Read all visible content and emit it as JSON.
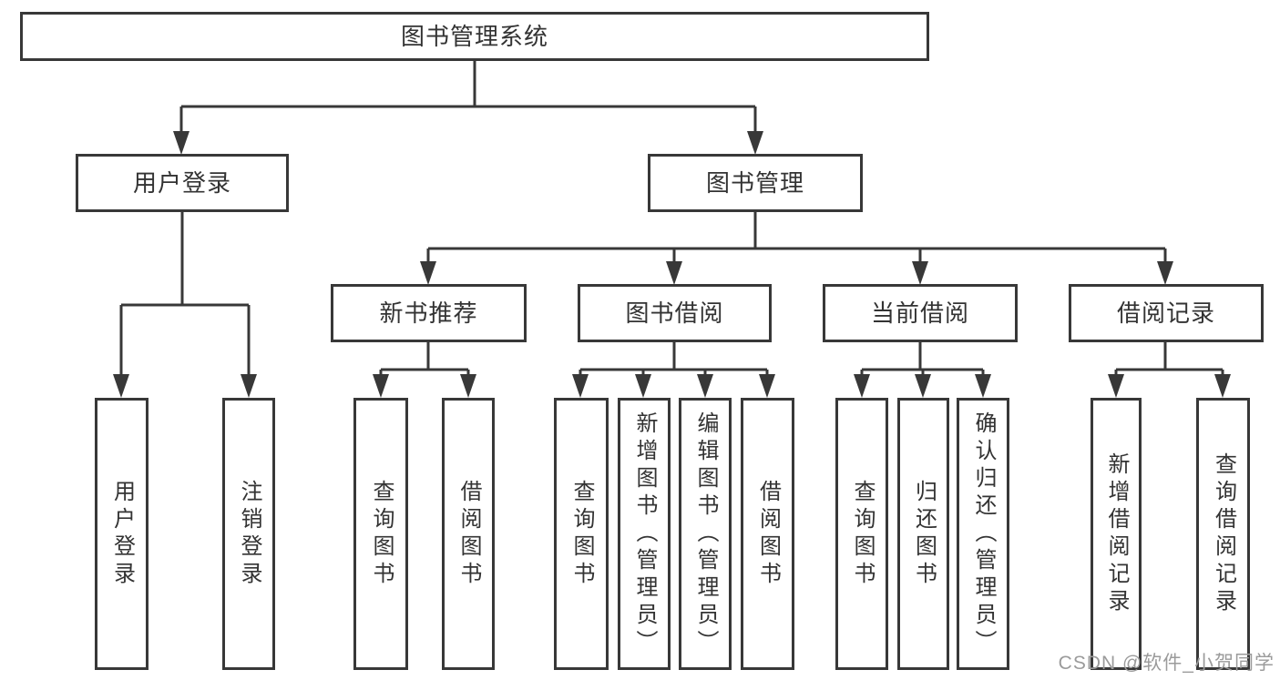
{
  "diagram": {
    "tree": {
      "label": "图书管理系统",
      "children": [
        {
          "label": "用户登录",
          "children": [
            {
              "label": "用户登录"
            },
            {
              "label": "注销登录"
            }
          ]
        },
        {
          "label": "图书管理",
          "children": [
            {
              "label": "新书推荐",
              "children": [
                {
                  "label": "查询图书"
                },
                {
                  "label": "借阅图书"
                }
              ]
            },
            {
              "label": "图书借阅",
              "children": [
                {
                  "label": "查询图书"
                },
                {
                  "label": "新增图书（管理员）"
                },
                {
                  "label": "编辑图书（管理员）"
                },
                {
                  "label": "借阅图书"
                }
              ]
            },
            {
              "label": "当前借阅",
              "children": [
                {
                  "label": "查询图书"
                },
                {
                  "label": "归还图书"
                },
                {
                  "label": "确认归还（管理员）"
                }
              ]
            },
            {
              "label": "借阅记录",
              "children": [
                {
                  "label": "新增借阅记录"
                },
                {
                  "label": "查询借阅记录"
                }
              ]
            }
          ]
        }
      ]
    },
    "colors": {
      "line": "#383838",
      "text": "#333333",
      "watermark_text": "#9b9b9b",
      "background": "#ffffff"
    },
    "watermark": "CSDN @软件_小贺同学"
  }
}
